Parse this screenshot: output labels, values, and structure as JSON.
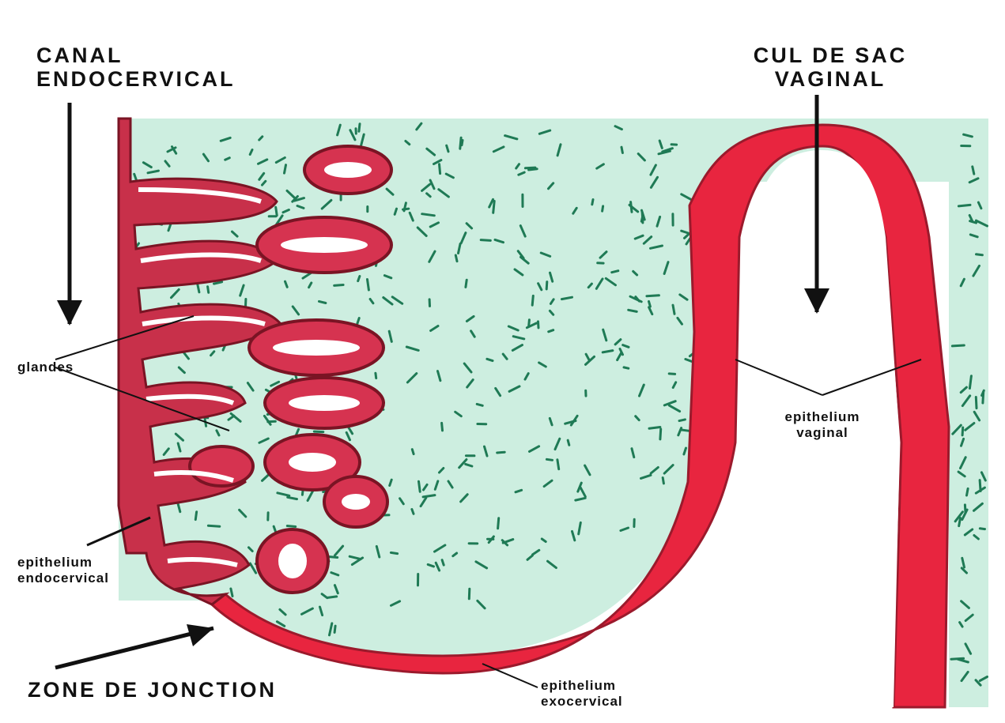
{
  "labels": {
    "canal_line1": "CANAL",
    "canal_line2": "ENDOCERVICAL",
    "cul_line1": "CUL DE SAC",
    "cul_line2": "VAGINAL",
    "glandes": "glandes",
    "epi_endo_line1": "epithelium",
    "epi_endo_line2": "endocervical",
    "zone": "ZONE DE JONCTION",
    "epi_vag_line1": "epithelium",
    "epi_vag_line2": "vaginal",
    "epi_exo_line1": "epithelium",
    "epi_exo_line2": "exocervical"
  },
  "colors": {
    "stroma": "#cdeee0",
    "epithelium": "#e8253f",
    "epithelium_dark": "#9b1a2c",
    "gland_lumen": "#ffffff",
    "cells": "#1f7a55",
    "text": "#111111"
  }
}
